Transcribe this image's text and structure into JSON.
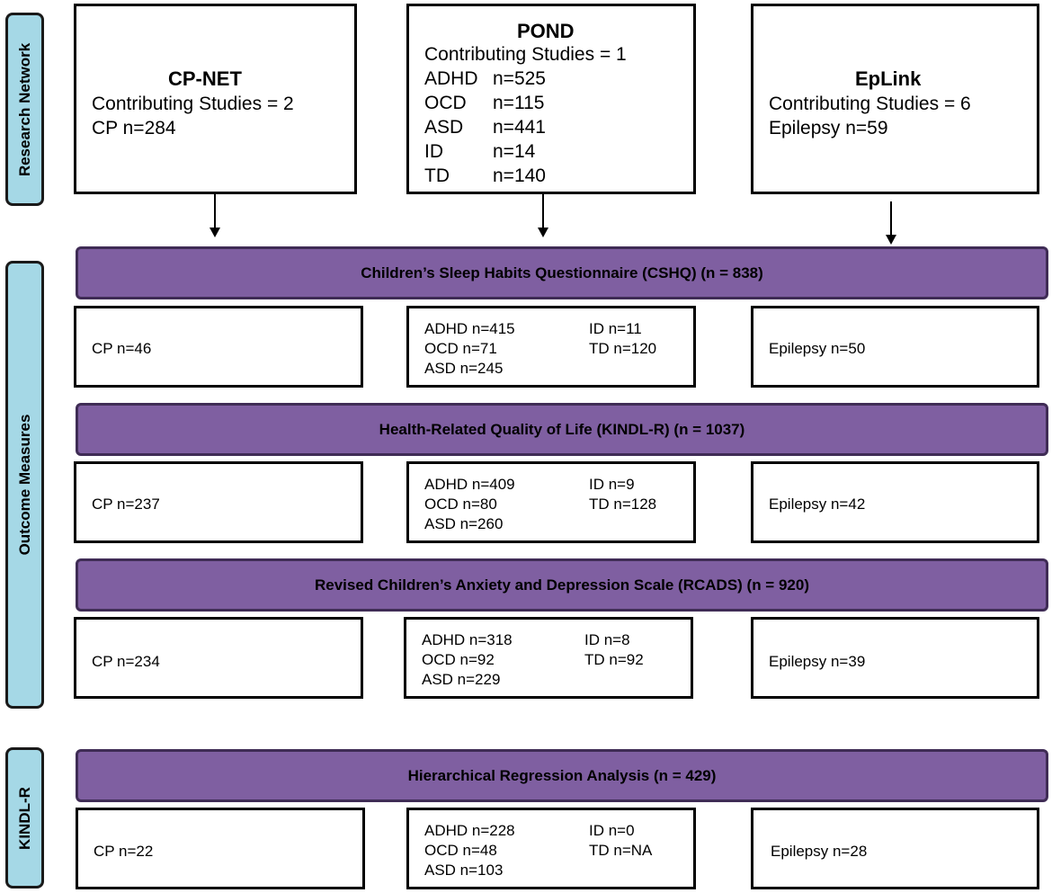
{
  "side_labels": {
    "research": "Research Network",
    "outcome": "Outcome Measures",
    "kindl": "KINDL-R"
  },
  "networks": {
    "cpnet": {
      "title": "CP-NET",
      "studies": "Contributing Studies = 2",
      "lines": [
        "CP n=284"
      ]
    },
    "pond": {
      "title": "POND",
      "studies": "Contributing Studies = 1",
      "rows": [
        {
          "label": "ADHD",
          "value": "n=525"
        },
        {
          "label": "OCD",
          "value": "n=115"
        },
        {
          "label": "ASD",
          "value": "n=441"
        },
        {
          "label": "ID",
          "value": "n=14"
        },
        {
          "label": "TD",
          "value": "n=140"
        }
      ]
    },
    "eplink": {
      "title": "EpLink",
      "studies": "Contributing Studies = 6",
      "lines": [
        "Epilepsy n=59"
      ]
    }
  },
  "measures": [
    {
      "banner": "Children’s Sleep Habits Questionnaire (CSHQ) (n = 838)",
      "cp": "CP n=46",
      "pond": {
        "left": [
          "ADHD n=415",
          "OCD n=71",
          "ASD n=245"
        ],
        "right": [
          "ID n=11",
          "TD n=120"
        ]
      },
      "epilepsy": "Epilepsy n=50"
    },
    {
      "banner": "Health-Related Quality of Life (KINDL-R) (n = 1037)",
      "cp": "CP n=237",
      "pond": {
        "left": [
          "ADHD n=409",
          "OCD n=80",
          "ASD n=260"
        ],
        "right": [
          "ID n=9",
          "TD n=128"
        ]
      },
      "epilepsy": "Epilepsy n=42"
    },
    {
      "banner": "Revised Children’s Anxiety and Depression Scale (RCADS) (n = 920)",
      "cp": "CP n=234",
      "pond": {
        "left": [
          "ADHD n=318",
          "OCD n=92",
          "ASD n=229"
        ],
        "right": [
          "ID n=8",
          "TD n=92"
        ]
      },
      "epilepsy": "Epilepsy n=39"
    },
    {
      "banner": "Hierarchical Regression Analysis (n = 429)",
      "cp": "CP n=22",
      "pond": {
        "left": [
          "ADHD n=228",
          "OCD n=48",
          "ASD n=103"
        ],
        "right": [
          "ID n=0",
          "TD n=NA"
        ]
      },
      "epilepsy": "Epilepsy n=28"
    }
  ]
}
